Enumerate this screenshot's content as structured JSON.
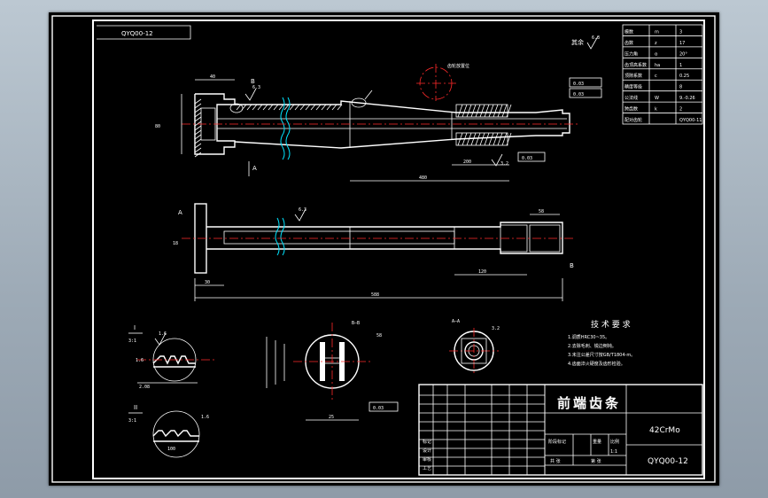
{
  "drawing": {
    "code_top": "QYQ00-12",
    "part_name": "前端齿条",
    "material": "42CrMo",
    "code_bottom": "QYQ00-12",
    "roughness_label": "其余",
    "roughness_value": "6.3",
    "section_label": "B—B",
    "section_label_a": "A—A",
    "detail_scale_1": "3:1",
    "detail_scale_2": "3:1",
    "detail_letter_1": "I",
    "detail_letter_2": "II",
    "view_letter_a": "A",
    "view_letter_b": "B",
    "note_label": "齿轮放置位",
    "overall_length": "588",
    "notes_title": "技 术 要 求",
    "notes": [
      "1.调质HRC30~35。",
      "2.去除毛刺、锐边倒钝。",
      "3.未注公差尺寸按GB/T1804-m。",
      "4.齿面淬火硬度及齿形检验。"
    ],
    "dims": {
      "d40": "40",
      "d80": "80",
      "d30": "30",
      "d588": "588",
      "d480": "480",
      "d200": "200",
      "d25": "25",
      "d58": "58",
      "d18": "18",
      "d120": "120",
      "r63": "6.3",
      "r32": "3.2",
      "r16": "1.6",
      "d2": "2.08",
      "d100": "100"
    },
    "param_table": [
      [
        "模数",
        "m",
        "3"
      ],
      [
        "齿数",
        "z",
        "17"
      ],
      [
        "压力角",
        "α",
        "20°"
      ],
      [
        "齿顶高系数",
        "ha",
        "1"
      ],
      [
        "顶隙系数",
        "c",
        "0.25"
      ],
      [
        "精度等级",
        "",
        "8"
      ],
      [
        "公法线",
        "W",
        "9.-0.26"
      ],
      [
        "跨齿数",
        "k",
        "2"
      ],
      [
        "配对齿轮",
        "",
        "QYQ00-11"
      ]
    ],
    "tol_boxes": [
      "0.03",
      "0.03",
      "0.03",
      "0.03"
    ],
    "title_block": {
      "row1": "标记",
      "row2": "设计",
      "row3": "审核",
      "row4": "工艺",
      "c1": "阶段标记",
      "c2": "重量",
      "c3": "比例",
      "c4": "共 张",
      "c5": "第 张",
      "scale": "1:1"
    }
  }
}
